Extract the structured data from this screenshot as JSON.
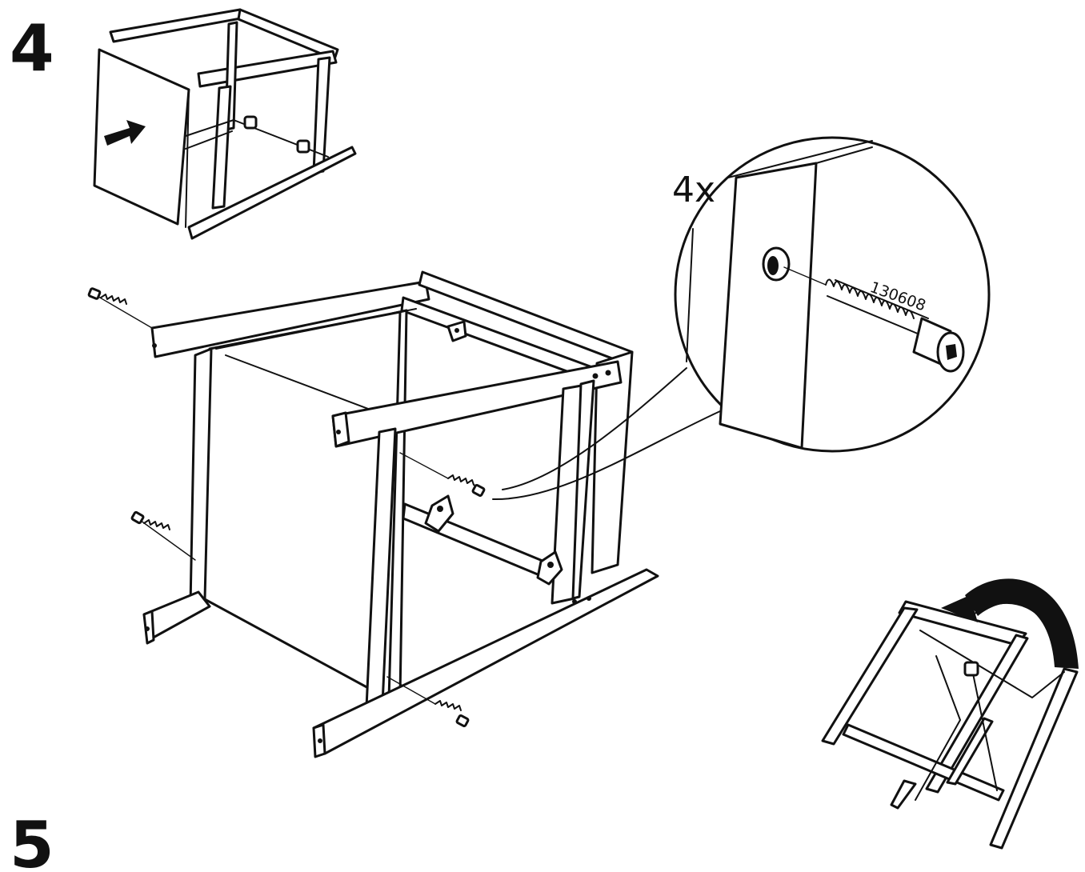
{
  "steps": {
    "current": "4",
    "next": "5"
  },
  "callout": {
    "quantity": "4x",
    "part_number": "130608"
  },
  "icons": [
    "arrow-right-icon",
    "rotate-arrow-icon",
    "screw-icon",
    "bracket-icon"
  ],
  "colors": {
    "ink": "#111111",
    "paper": "#ffffff"
  }
}
